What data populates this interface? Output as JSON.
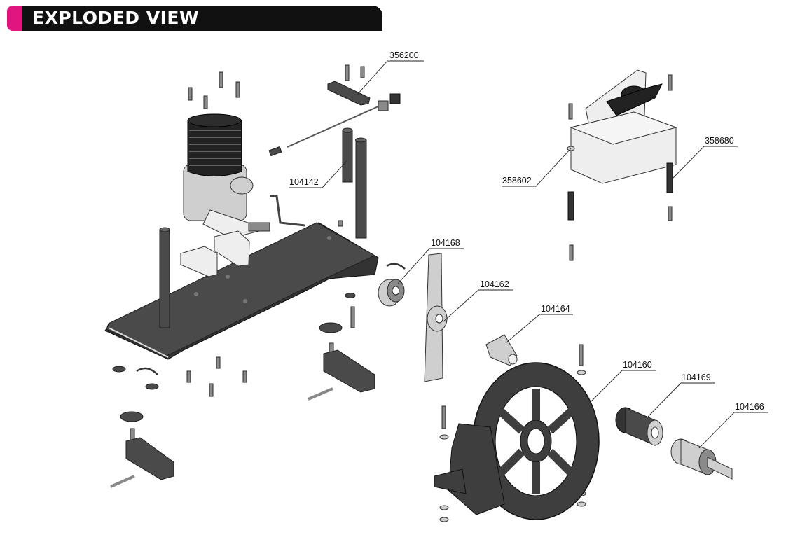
{
  "header": {
    "title": "EXPLODED VIEW"
  },
  "part_labels": {
    "p356200": "356200",
    "p104142": "104142",
    "p104168": "104168",
    "p104162": "104162",
    "p104164": "104164",
    "p104160": "104160",
    "p104169": "104169",
    "p104166": "104166",
    "p358602": "358602",
    "p358680": "358680"
  },
  "colors": {
    "accent": "#e0157f",
    "title_bar": "#111111",
    "part_dark": "#4a4a4a"
  }
}
